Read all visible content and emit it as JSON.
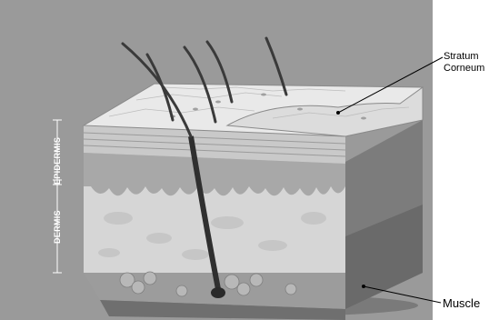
{
  "labels": {
    "stratum_corneum": "Stratum\nCorneum",
    "muscle": "Muscle",
    "epidermis": "EPIDERMIS",
    "dermis": "DERMIS"
  },
  "colors": {
    "frame_background": "#9a9a9a",
    "top_surface": "#e8e8e8",
    "epidermis_layer": "#bdbdbd",
    "dermis_layer": "#d9d9d9",
    "hypodermis": "#8c8c8c",
    "muscle": "#6f6f6f",
    "hair": "#3a3a3a"
  },
  "icons": [
    "hair-shaft",
    "hair-follicle",
    "fat-cluster"
  ]
}
